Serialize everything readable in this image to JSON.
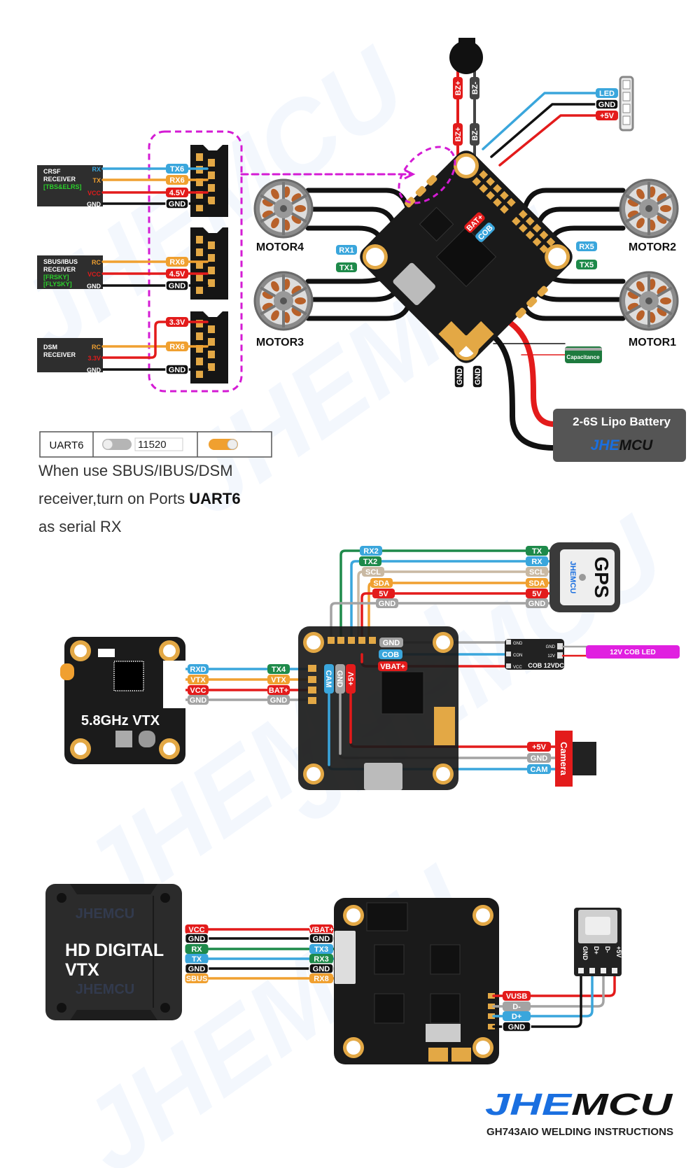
{
  "watermark": "JHEMCU",
  "colors": {
    "blue": "#3aa6dc",
    "orange": "#f0a030",
    "red": "#e31b1b",
    "black": "#111111",
    "green": "#1e8a4a",
    "gray": "#a3a3a3",
    "tan": "#c9b9a3",
    "magenta": "#d41bd4",
    "gold": "#e3a845",
    "pcb": "#1a1a1a",
    "brand_blue": "#1a6fe0"
  },
  "top": {
    "receivers": [
      {
        "title": [
          "CRSF",
          "RECEIVER"
        ],
        "tags": [
          "[TBS&ELRS]"
        ],
        "pins": [
          {
            "pin": "RX",
            "pad": "TX6",
            "wire": "blue"
          },
          {
            "pin": "TX",
            "pad": "RX6",
            "wire": "orange"
          },
          {
            "pin": "VCC",
            "pad": "4.5V",
            "wire": "red"
          },
          {
            "pin": "GND",
            "pad": "GND",
            "wire": "black"
          }
        ]
      },
      {
        "title": [
          "SBUS/IBUS",
          "RECEIVER"
        ],
        "tags": [
          "[FRSKY]",
          "[FLYSKY]"
        ],
        "pins": [
          {
            "pin": "RC",
            "pad": "RX6",
            "wire": "orange"
          },
          {
            "pin": "VCC",
            "pad": "4.5V",
            "wire": "red"
          },
          {
            "pin": "GND",
            "pad": "GND",
            "wire": "black"
          }
        ]
      },
      {
        "title": [
          "DSM",
          "RECEIVER"
        ],
        "tags": [],
        "pins": [
          {
            "pin": "RC",
            "pad": "RX6",
            "wire": "orange"
          },
          {
            "pin": "3.3V",
            "pad": "3.3V",
            "wire": "red"
          },
          {
            "pin": "GND",
            "pad": "GND",
            "wire": "black"
          }
        ]
      }
    ],
    "buzzer": {
      "labels": [
        "BZ+",
        "BZ-",
        "BZ+",
        "BZ-"
      ]
    },
    "led": {
      "labels": [
        "LED",
        "GND",
        "+5V"
      ]
    },
    "board_labels": {
      "bat": "BAT+",
      "cob": "COB"
    },
    "uart_labels": {
      "rx1": "RX1",
      "tx1": "TX1",
      "rx5": "RX5",
      "tx5": "TX5"
    },
    "motors": [
      "MOTOR4",
      "MOTOR3",
      "MOTOR2",
      "MOTOR1"
    ],
    "gnd_labels": [
      "GND",
      "GND"
    ],
    "capacitance": "Capacitance",
    "battery": {
      "title": "2-6S Lipo Battery",
      "logo_a": "JHE",
      "logo_b": "MCU"
    },
    "uart6_table": {
      "port": "UART6",
      "baud": "11520",
      "toggle_left_on": false,
      "toggle_right_on": true
    },
    "note": {
      "line1": "When use SBUS/IBUS/DSM",
      "line2_a": "receiver,turn on Ports ",
      "line2_b": "UART6",
      "line3": "as serial RX"
    }
  },
  "middle": {
    "vtx": {
      "title": "5.8GHz VTX",
      "pins": [
        {
          "pin": "RXD",
          "pad": "TX4",
          "wire": "blue",
          "pad_fill": "green"
        },
        {
          "pin": "VTX",
          "pad": "VTX",
          "wire": "orange",
          "pad_fill": "orange"
        },
        {
          "pin": "VCC",
          "pad": "BAT+",
          "wire": "red",
          "pad_fill": "red"
        },
        {
          "pin": "GND",
          "pad": "GND",
          "wire": "gray",
          "pad_fill": "gray"
        }
      ]
    },
    "gps": {
      "title": "GPS",
      "logo": "JHEMCU",
      "rows": [
        {
          "fc": "RX2",
          "fc_fill": "blue",
          "wire": "green",
          "gps": "TX",
          "gps_fill": "green"
        },
        {
          "fc": "TX2",
          "fc_fill": "green",
          "wire": "blue",
          "gps": "RX",
          "gps_fill": "blue"
        },
        {
          "fc": "SCL",
          "fc_fill": "tan",
          "wire": "tan",
          "gps": "SCL",
          "gps_fill": "tan"
        },
        {
          "fc": "SDA",
          "fc_fill": "orange",
          "wire": "orange",
          "gps": "SDA",
          "gps_fill": "orange"
        },
        {
          "fc": "5V",
          "fc_fill": "red",
          "wire": "red",
          "gps": "5V",
          "gps_fill": "red"
        },
        {
          "fc": "GND",
          "fc_fill": "gray",
          "wire": "gray",
          "gps": "GND",
          "gps_fill": "gray"
        }
      ]
    },
    "cob": {
      "fc_labels": [
        "GND",
        "COB",
        "VBAT+"
      ],
      "module_pins": [
        "GND",
        "CON",
        "VCC"
      ],
      "module_out": [
        "GND",
        "12V"
      ],
      "module_title": "COB 12VDC",
      "led": "12V COB LED"
    },
    "camera": {
      "fc_labels": [
        "CAM",
        "GND",
        "+5V"
      ],
      "cam_labels": [
        "+5V",
        "GND",
        "CAM"
      ],
      "title": "Camera"
    }
  },
  "bottom": {
    "hd_vtx": {
      "title_1": "HD DIGITAL",
      "title_2": "VTX",
      "rows": [
        {
          "vtx": "VCC",
          "fc": "VBAT+",
          "wire": "red",
          "vtx_fill": "red",
          "fc_fill": "red"
        },
        {
          "vtx": "GND",
          "fc": "GND",
          "wire": "black",
          "vtx_fill": "black",
          "fc_fill": "black"
        },
        {
          "vtx": "RX",
          "fc": "TX3",
          "wire": "green",
          "vtx_fill": "green",
          "fc_fill": "blue"
        },
        {
          "vtx": "TX",
          "fc": "RX3",
          "wire": "blue",
          "vtx_fill": "blue",
          "fc_fill": "green"
        },
        {
          "vtx": "GND",
          "fc": "GND",
          "wire": "black",
          "vtx_fill": "black",
          "fc_fill": "black"
        },
        {
          "vtx": "SBUS",
          "fc": "RX8",
          "wire": "orange",
          "vtx_fill": "orange",
          "fc_fill": "orange"
        }
      ]
    },
    "usb": {
      "labels": [
        "VUSB",
        "D-",
        "D+",
        "GND"
      ],
      "pins": [
        "GND",
        "D+",
        "D-",
        "+5V"
      ]
    },
    "logo_a": "JHE",
    "logo_b": "MCU",
    "subtitle": "GH743AIO  WELDING INSTRUCTIONS"
  }
}
